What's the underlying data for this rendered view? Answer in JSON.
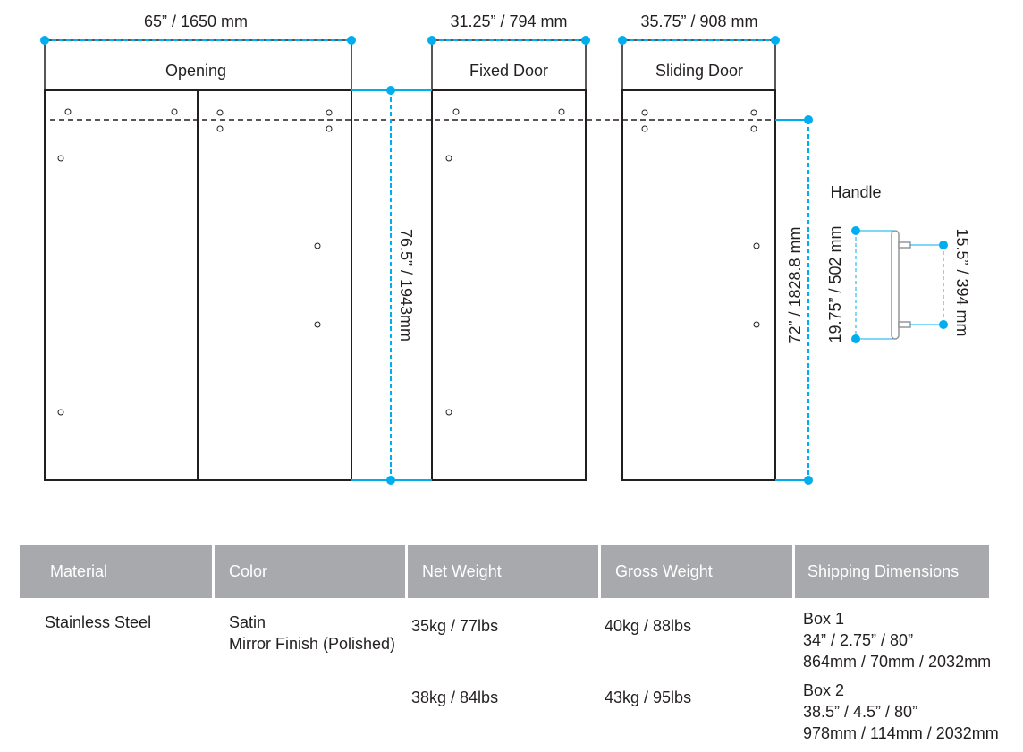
{
  "diagram": {
    "overall_width": "65” / 1650 mm",
    "fixed_door_width": "31.25” / 794 mm",
    "sliding_door_width": "35.75” / 908 mm",
    "opening_label": "Opening",
    "fixed_door_label": "Fixed Door",
    "sliding_door_label": "Sliding Door",
    "overall_height": "76.5” / 1943mm",
    "sliding_door_height": "72” / 1828.8 mm",
    "handle_label": "Handle",
    "handle_length": "19.75” / 502 mm",
    "handle_center": "15.5” / 394 mm",
    "colors": {
      "line": "#231f20",
      "dimension": "#00aeef",
      "header_bg": "#a7a9ac",
      "handle": "#939598"
    }
  },
  "table": {
    "headers": [
      "Material",
      "Color",
      "Net Weight",
      "Gross Weight",
      "Shipping Dimensions"
    ],
    "material": "Stainless Steel",
    "color_1": "Satin",
    "color_2": "Mirror Finish (Polished)",
    "rows": [
      {
        "net": "35kg / 77lbs",
        "gross": "40kg / 88lbs",
        "box": "Box 1",
        "dim_in": "34” / 2.75” / 80”",
        "dim_mm": "864mm / 70mm / 2032mm"
      },
      {
        "net": "38kg / 84lbs",
        "gross": "43kg / 95lbs",
        "box": "Box 2",
        "dim_in": "38.5” / 4.5” / 80”",
        "dim_mm": "978mm / 114mm / 2032mm"
      }
    ]
  }
}
